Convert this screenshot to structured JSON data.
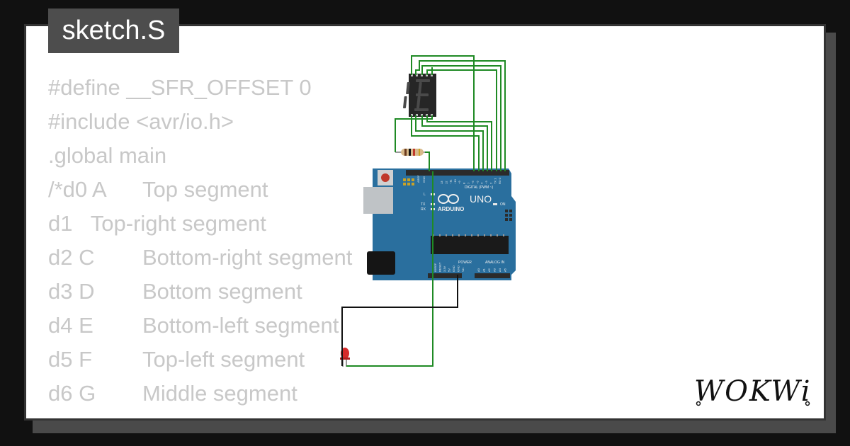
{
  "tab": {
    "title": "sketch.S"
  },
  "code_lines": [
    {
      "text": "#define __SFR_OFFSET 0"
    },
    {
      "text": "#include <avr/io.h>"
    },
    {
      "text": ".global main"
    },
    {
      "c1": "/*d0 A",
      "c2": "Top segment"
    },
    {
      "c1": "d1",
      "c2": "Top-right segment",
      "indent": "   "
    },
    {
      "c1": "d2 C",
      "c2": "Bottom-right segment"
    },
    {
      "c1": "d3 D",
      "c2": "Bottom segment"
    },
    {
      "c1": "d4 E",
      "c2": "Bottom-left segment"
    },
    {
      "c1": "d5 F",
      "c2": "Top-left segment"
    },
    {
      "c1": "d6 G",
      "c2": "Middle segment"
    }
  ],
  "board": {
    "brand": "ARDUINO",
    "model": "UNO",
    "digital_label": "DIGITAL (PWM ~)",
    "power_label": "POWER",
    "analog_label": "ANALOG IN",
    "on_label": "ON",
    "l_label": "L",
    "tx_label": "TX",
    "rx_label": "RX",
    "aref_label": "AREF",
    "gnd_label": "GND",
    "power_pins": [
      "IOREF",
      "RESET",
      "3.3V",
      "5V",
      "GND",
      "GND",
      "Vin"
    ],
    "analog_pins": [
      "A0",
      "A1",
      "A2",
      "A3",
      "A4",
      "A5"
    ],
    "digital_pins": [
      "13",
      "12",
      "~11",
      "~10",
      "~9",
      "8",
      "7",
      "~6",
      "~5",
      "4",
      "~3",
      "2",
      "TX 1",
      "RX 0"
    ]
  },
  "logo": {
    "text": "WOKWi"
  },
  "colors": {
    "background": "#111111",
    "card": "#ffffff",
    "tab": "#4d4d4d",
    "board": "#2a6f9e",
    "wire_green": "#1f8a24",
    "wire_black": "#111111",
    "code_text": "#c8c8c8"
  }
}
